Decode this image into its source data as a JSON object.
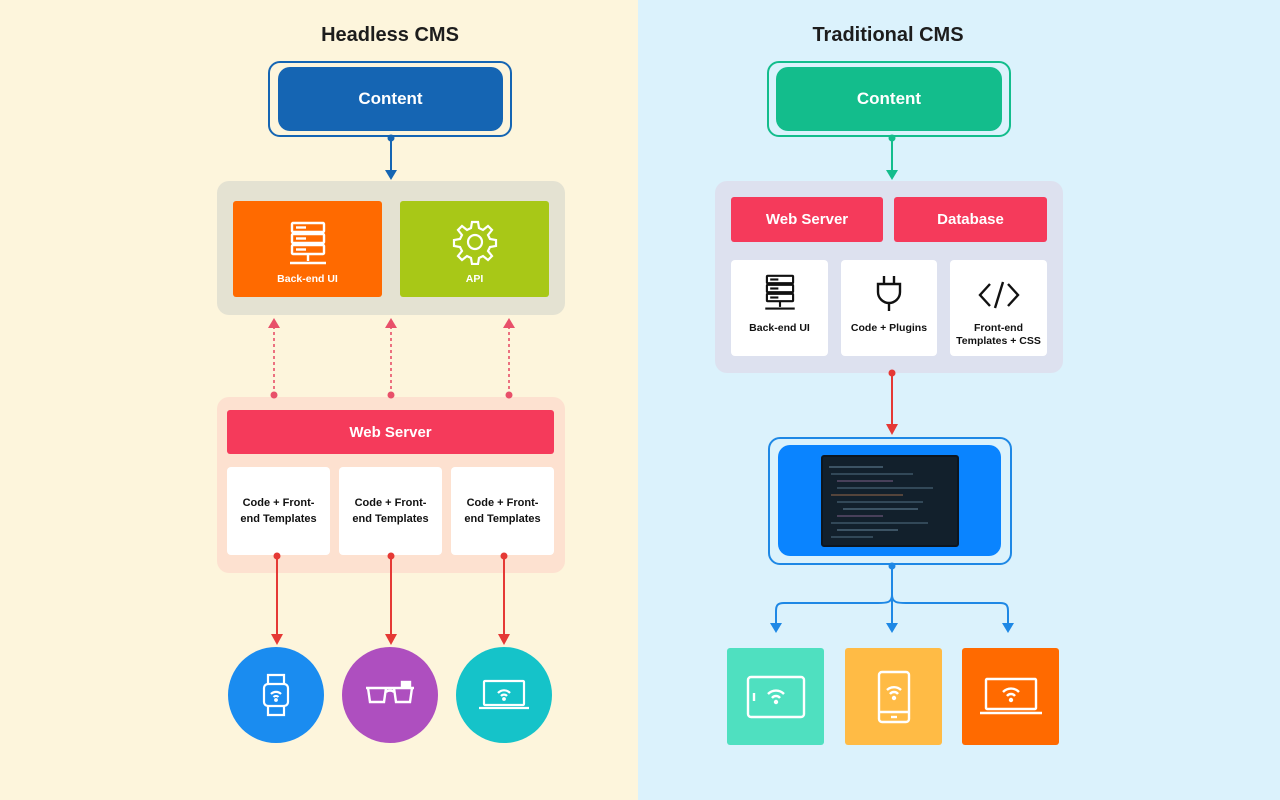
{
  "headless": {
    "title": "Headless CMS",
    "content_label": "Content",
    "backend_label": "Back-end UI",
    "api_label": "API",
    "web_server_label": "Web Server",
    "code_cards": [
      "Code + Front-end Templates",
      "Code + Front-end Templates",
      "Code + Front-end Templates"
    ],
    "devices": [
      "watch-icon",
      "smart-glasses-icon",
      "laptop-icon"
    ]
  },
  "traditional": {
    "title": "Traditional CMS",
    "content_label": "Content",
    "web_server_label": "Web Server",
    "database_label": "Database",
    "cards": [
      "Back-end UI",
      "Code + Plugins",
      "Front-end Templates + CSS"
    ],
    "devices": [
      "tablet-icon",
      "phone-icon",
      "laptop-icon"
    ]
  },
  "colors": {
    "left_bg": "#fdf5dc",
    "right_bg": "#dbf2fc",
    "headless_content": "#1565b3",
    "traditional_content": "#13bd8c",
    "backend_orange": "#ff6a00",
    "api_green": "#a8c817",
    "web_server_red": "#f53a5b",
    "arrow_red": "#e53935",
    "arrow_blue": "#1e88e5"
  }
}
